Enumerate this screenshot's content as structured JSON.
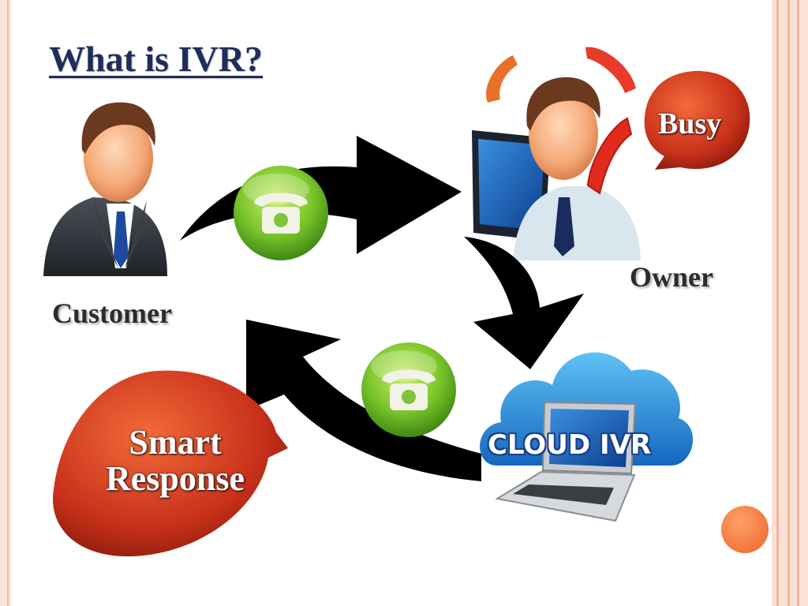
{
  "slide": {
    "title": "What is IVR?",
    "accent_color": "#f58a4e"
  },
  "nodes": {
    "customer": {
      "label": "Customer"
    },
    "owner": {
      "label": "Owner"
    },
    "busy_bubble": {
      "text": "Busy"
    },
    "cloud_ivr": {
      "text": "CLOUD  IVR"
    },
    "smart_response": {
      "line1": "Smart",
      "line2": "Response"
    }
  },
  "icons": [
    "customer-person-icon",
    "owner-person-icon",
    "laptop-icon",
    "handset-icon",
    "phone-ringing-icon",
    "cloud-icon",
    "green-phone-button-icon"
  ]
}
